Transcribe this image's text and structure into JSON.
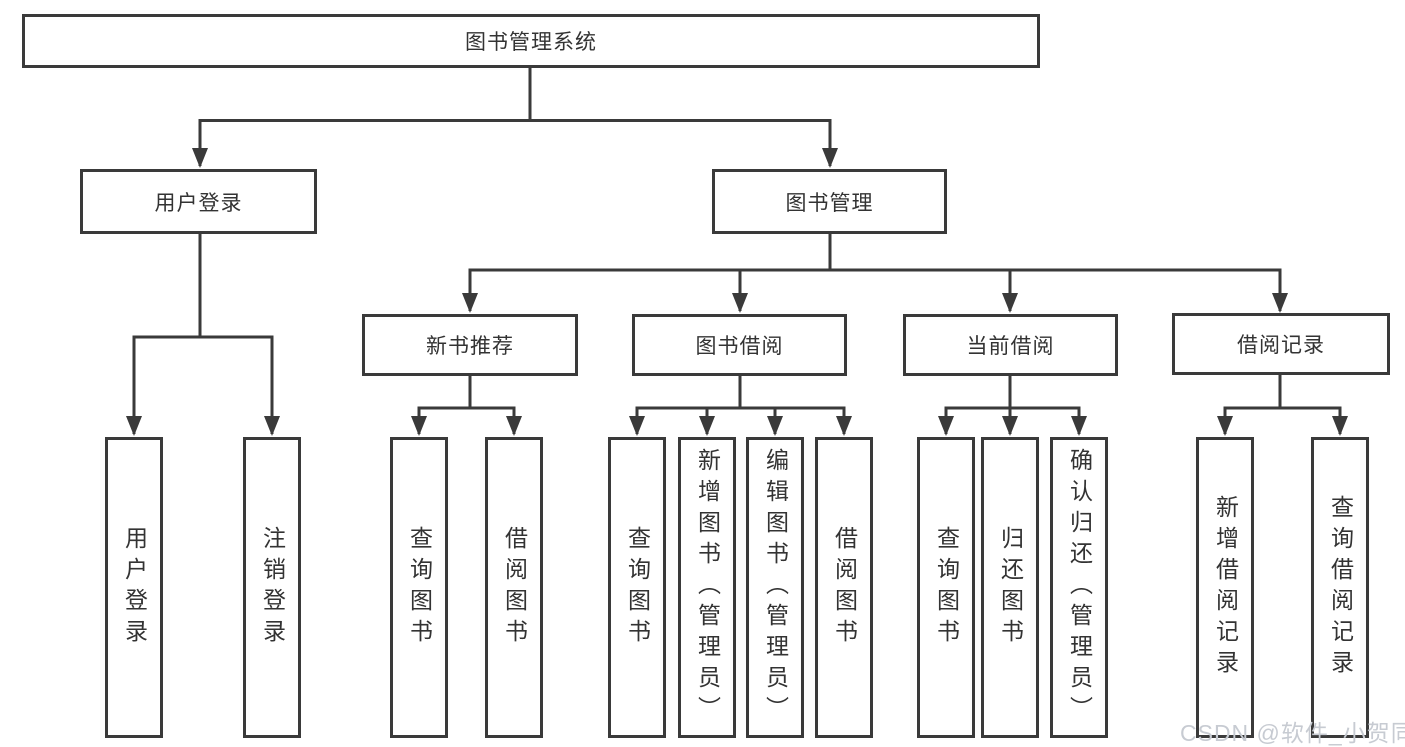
{
  "tree": {
    "root": {
      "label": "图书管理系统"
    },
    "branches": [
      {
        "label": "用户登录",
        "leaves": [
          {
            "label": "用户登录"
          },
          {
            "label": "注销登录"
          }
        ]
      },
      {
        "label": "图书管理",
        "groups": [
          {
            "label": "新书推荐",
            "leaves": [
              {
                "label": "查询图书"
              },
              {
                "label": "借阅图书"
              }
            ]
          },
          {
            "label": "图书借阅",
            "leaves": [
              {
                "label": "查询图书"
              },
              {
                "label": "新增图书（管理员）"
              },
              {
                "label": "编辑图书（管理员）"
              },
              {
                "label": "借阅图书"
              }
            ]
          },
          {
            "label": "当前借阅",
            "leaves": [
              {
                "label": "查询图书"
              },
              {
                "label": "归还图书"
              },
              {
                "label": "确认归还（管理员）"
              }
            ]
          },
          {
            "label": "借阅记录",
            "leaves": [
              {
                "label": "新增借阅记录"
              },
              {
                "label": "查询借阅记录"
              }
            ]
          }
        ]
      }
    ]
  },
  "watermark": {
    "text": "CSDN @软件_小贺同学"
  },
  "colors": {
    "line": "#3a3a3a",
    "text": "#333333",
    "background": "#ffffff",
    "watermark": "#c7cbd2"
  }
}
